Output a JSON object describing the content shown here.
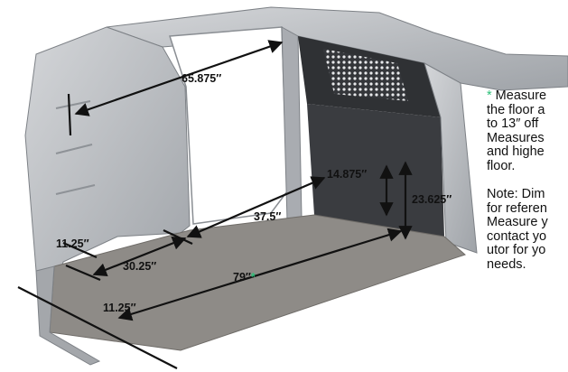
{
  "colors": {
    "van_body": "#b9bcc0",
    "floor": "#8e8b87",
    "partition": "#2f3134",
    "asterisk": "#2fc07a",
    "text": "#111111"
  },
  "dimensions": {
    "roof_to_partition": "65.875″",
    "wheelwell_top": "14.875″",
    "partition_height": "23.625″",
    "between_wheelwells": "37.5″",
    "side_section": "30.25″",
    "door_width_upper": "11.25″",
    "door_width_lower": "11.25″",
    "floor_length": "79″",
    "floor_length_asterisk": "*"
  },
  "notes": {
    "measure_asterisk": "*",
    "measure_text": " Measure\nthe floor a\nto 13″ off\nMeasures\nand highe\nfloor.",
    "disclaimer": "Note: Dim\nfor referen\nMeasure y\ncontact yo\nutor for yo\nneeds."
  }
}
